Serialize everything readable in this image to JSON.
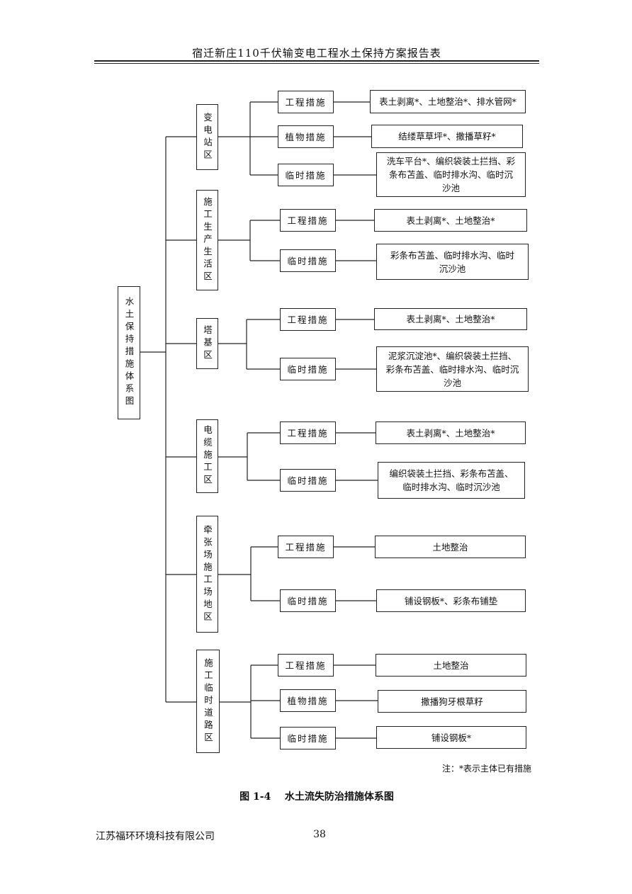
{
  "header": {
    "title": "宿迁新庄110千伏输变电工程水土保持方案报告表"
  },
  "diagram": {
    "root": "水土保持措施体系图",
    "zones": [
      {
        "name": "变电站区",
        "measures": [
          {
            "category": "工程措施",
            "detail": "表土剥离*、土地整治*、排水管网*"
          },
          {
            "category": "植物措施",
            "detail": "结缕草草坪*、撒播草籽*"
          },
          {
            "category": "临时措施",
            "detail": "洗车平台*、编织袋装土拦挡、彩条布苫盖、临时排水沟、临时沉沙池"
          }
        ]
      },
      {
        "name": "施工生产生活区",
        "measures": [
          {
            "category": "工程措施",
            "detail": "表土剥离*、土地整治*"
          },
          {
            "category": "临时措施",
            "detail": "彩条布苫盖、临时排水沟、临时沉沙池"
          }
        ]
      },
      {
        "name": "塔基区",
        "measures": [
          {
            "category": "工程措施",
            "detail": "表土剥离*、土地整治*"
          },
          {
            "category": "临时措施",
            "detail": "泥浆沉淀池*、编织袋装土拦挡、彩条布苫盖、临时排水沟、临时沉沙池"
          }
        ]
      },
      {
        "name": "电缆施工区",
        "measures": [
          {
            "category": "工程措施",
            "detail": "表土剥离*、土地整治*"
          },
          {
            "category": "临时措施",
            "detail": "编织袋装土拦挡、彩条布苫盖、临时排水沟、临时沉沙池"
          }
        ]
      },
      {
        "name": "牵张场施工场地区",
        "measures": [
          {
            "category": "工程措施",
            "detail": "土地整治"
          },
          {
            "category": "临时措施",
            "detail": "铺设钢板*、彩条布铺垫"
          }
        ]
      },
      {
        "name": "施工临时道路区",
        "measures": [
          {
            "category": "工程措施",
            "detail": "土地整治"
          },
          {
            "category": "植物措施",
            "detail": "撒播狗牙根草籽"
          },
          {
            "category": "临时措施",
            "detail": "铺设钢板*"
          }
        ]
      }
    ],
    "note": "注：*表示主体已有措施"
  },
  "caption": "图 1-4    水土流失防治措施体系图",
  "footer": {
    "company": "江苏福环环境科技有限公司",
    "page": "38"
  }
}
